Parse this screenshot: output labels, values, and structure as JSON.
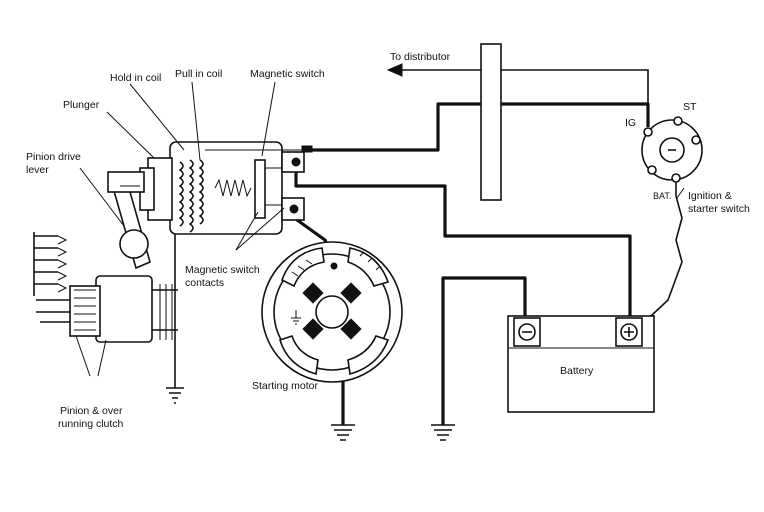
{
  "labels": {
    "to_distributor": "To distributor",
    "hold_in_coil": "Hold in coil",
    "pull_in_coil": "Pull in coil",
    "magnetic_switch": "Magnetic switch",
    "plunger": "Plunger",
    "pinion_drive_lever_1": "Pinion drive",
    "pinion_drive_lever_2": "lever",
    "ig": "IG",
    "st": "ST",
    "bat": "BAT.",
    "ignition_switch_1": "Ignition &",
    "ignition_switch_2": "starter switch",
    "magnetic_switch_contacts_1": "Magnetic switch",
    "magnetic_switch_contacts_2": "contacts",
    "starting_motor": "Starting motor",
    "battery": "Battery",
    "pinion_clutch_1": "Pinion & over",
    "pinion_clutch_2": "running clutch"
  }
}
